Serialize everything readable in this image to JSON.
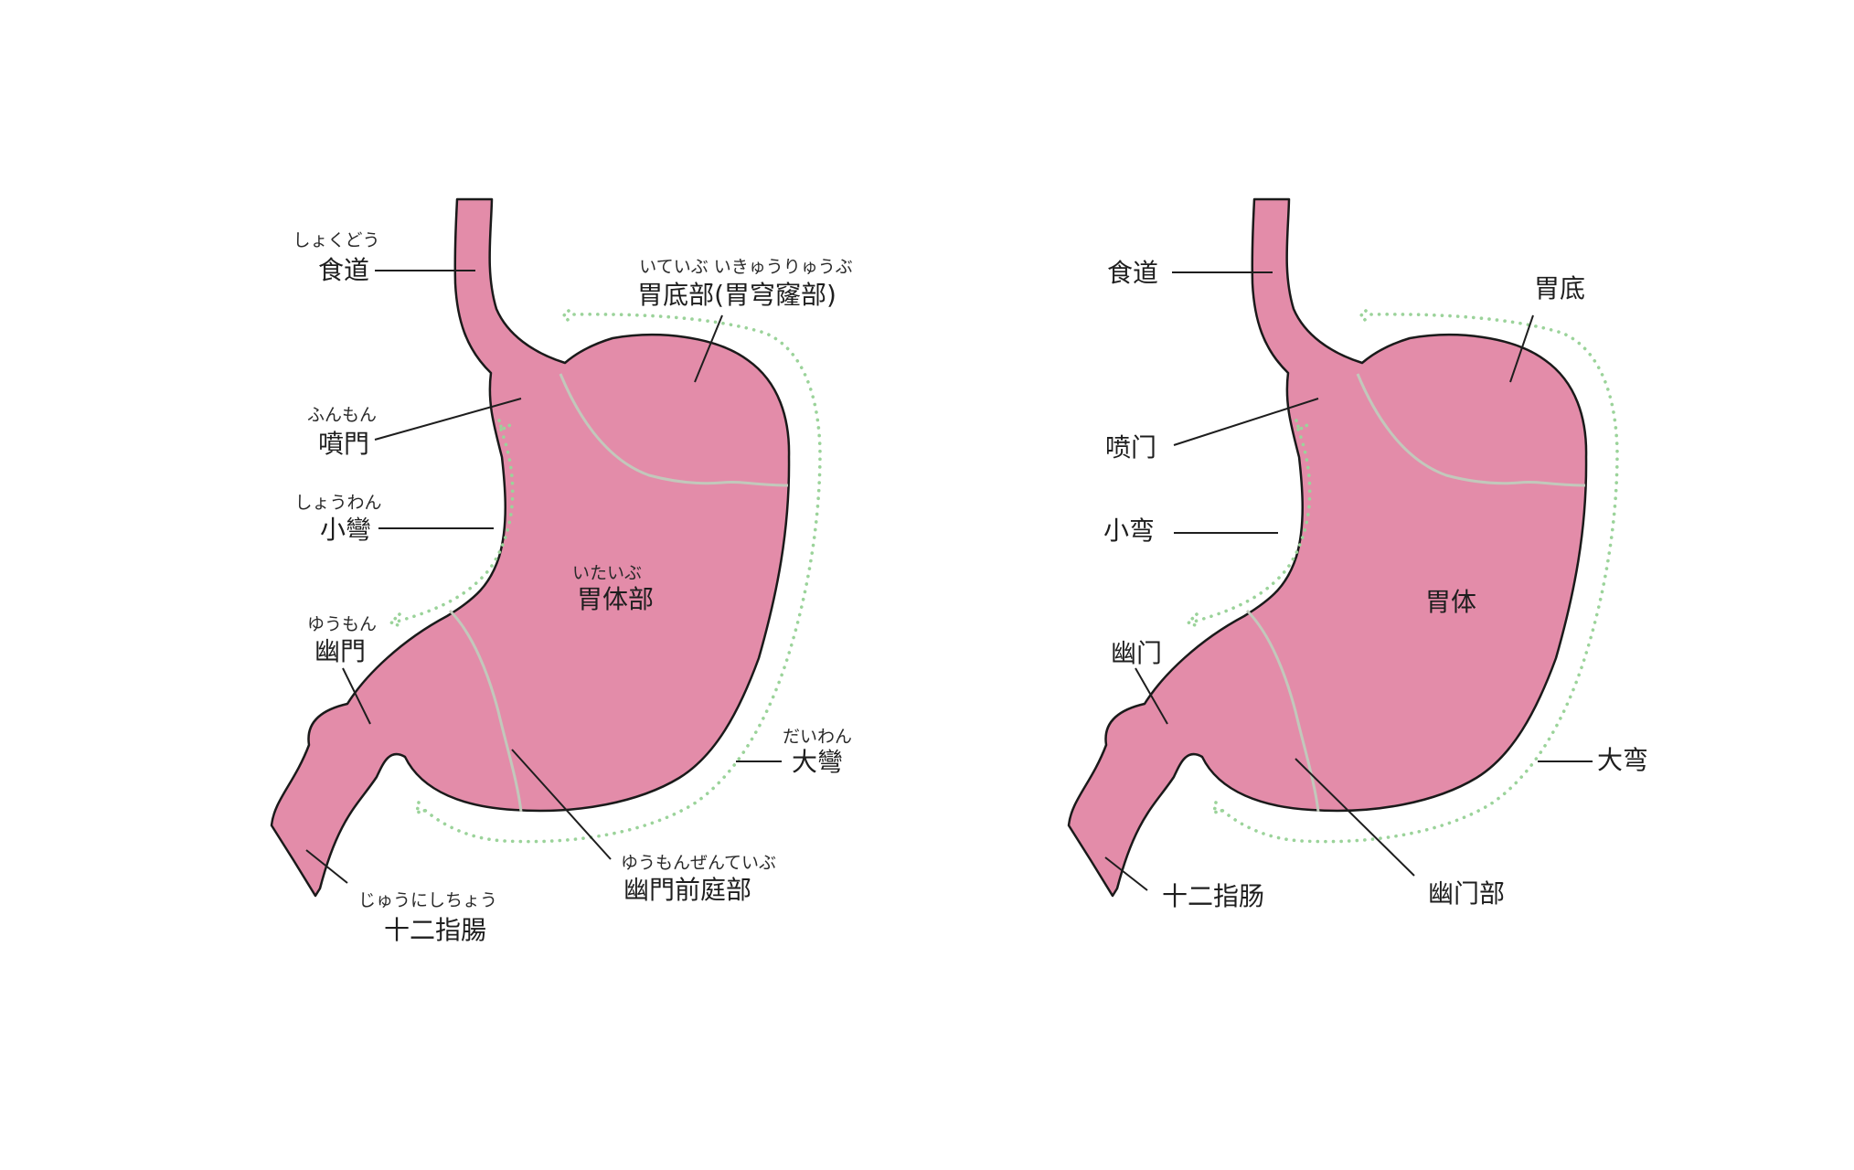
{
  "colors": {
    "stomach": "#e38ca9",
    "outline": "#1a1a1a",
    "seam": "#c2c8bb",
    "curvature_dots": "#9bd39a",
    "text": "#1e1e1e"
  },
  "left_diagram": {
    "esophagus": {
      "label": "食道",
      "reading": "しょくどう"
    },
    "fundus": {
      "label": "胃底部(胃穹窿部)",
      "reading": "いていぶ いきゅうりゅうぶ"
    },
    "cardia": {
      "label": "噴門",
      "reading": "ふんもん"
    },
    "lesser_curvature": {
      "label": "小彎",
      "reading": "しょうわん"
    },
    "body": {
      "label": "胃体部",
      "reading": "いたいぶ"
    },
    "pylorus": {
      "label": "幽門",
      "reading": "ゆうもん"
    },
    "greater_curvature": {
      "label": "大彎",
      "reading": "だいわん"
    },
    "pyloric_antrum": {
      "label": "幽門前庭部",
      "reading": "ゆうもんぜんていぶ"
    },
    "duodenum": {
      "label": "十二指腸",
      "reading": "じゅうにしちょう"
    }
  },
  "right_diagram": {
    "esophagus": {
      "label": "食道"
    },
    "fundus": {
      "label": "胃底"
    },
    "cardia": {
      "label": "喷门"
    },
    "lesser_curvature": {
      "label": "小弯"
    },
    "body": {
      "label": "胃体"
    },
    "pylorus": {
      "label": "幽门"
    },
    "greater_curvature": {
      "label": "大弯"
    },
    "duodenum": {
      "label": "十二指肠"
    },
    "pyloric_part": {
      "label": "幽门部"
    }
  }
}
